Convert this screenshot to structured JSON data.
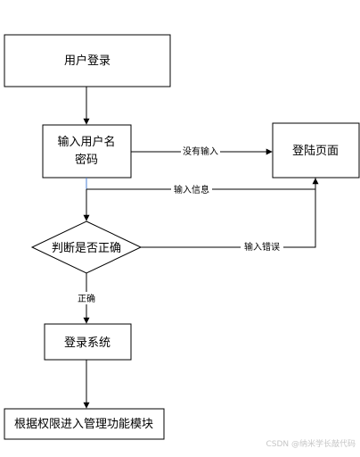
{
  "nodes": {
    "user_login": "用户登录",
    "input_credentials_line1": "输入用户名",
    "input_credentials_line2": "密码",
    "login_page": "登陆页面",
    "check_correct": "判断是否正确",
    "login_system": "登录系统",
    "enter_modules": "根据权限进入管理功能模块"
  },
  "edges": {
    "no_input": "没有输入",
    "input_info": "输入信息",
    "input_error": "输入错误",
    "correct": "正确"
  },
  "watermark": "CSDN @纳米学长敲代码"
}
